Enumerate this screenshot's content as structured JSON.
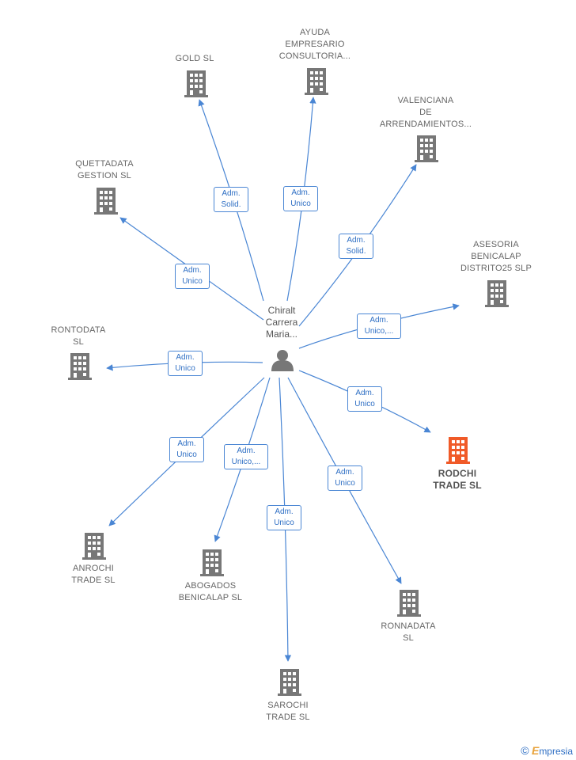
{
  "colors": {
    "edge": "#4a86d4",
    "building": "#777777",
    "highlight": "#f05a28"
  },
  "center": {
    "label": "Chiralt\nCarrera\nMaria...",
    "icon": "person-icon"
  },
  "nodes": [
    {
      "id": "gold",
      "label": "GOLD  SL",
      "icon": "building-icon"
    },
    {
      "id": "ayuda",
      "label": "AYUDA\nEMPRESARIO\nCONSULTORIA...",
      "icon": "building-icon"
    },
    {
      "id": "valenciana",
      "label": "VALENCIANA\nDE\nARRENDAMIENTOS...",
      "icon": "building-icon"
    },
    {
      "id": "quettadata",
      "label": "QUETTADATA\nGESTION  SL",
      "icon": "building-icon"
    },
    {
      "id": "asesoria",
      "label": "ASESORIA\nBENICALAP\nDISTRITO25  SLP",
      "icon": "building-icon"
    },
    {
      "id": "rontodata",
      "label": "RONTODATA\nSL",
      "icon": "building-icon"
    },
    {
      "id": "rodchi",
      "label": "RODCHI\nTRADE  SL",
      "icon": "building-icon",
      "highlight": true
    },
    {
      "id": "anrochi",
      "label": "ANROCHI\nTRADE  SL",
      "icon": "building-icon"
    },
    {
      "id": "abogados",
      "label": "ABOGADOS\nBENICALAP  SL",
      "icon": "building-icon"
    },
    {
      "id": "ronnadata",
      "label": "RONNADATA\nSL",
      "icon": "building-icon"
    },
    {
      "id": "sarochi",
      "label": "SAROCHI\nTRADE  SL",
      "icon": "building-icon"
    }
  ],
  "edges": [
    {
      "to": "gold",
      "label": "Adm.\nSolid."
    },
    {
      "to": "ayuda",
      "label": "Adm.\nUnico"
    },
    {
      "to": "valenciana",
      "label": "Adm.\nSolid."
    },
    {
      "to": "quettadata",
      "label": "Adm.\nUnico"
    },
    {
      "to": "asesoria",
      "label": "Adm.\nUnico,..."
    },
    {
      "to": "rontodata",
      "label": "Adm.\nUnico"
    },
    {
      "to": "rodchi",
      "label": "Adm.\nUnico"
    },
    {
      "to": "anrochi",
      "label": "Adm.\nUnico"
    },
    {
      "to": "abogados",
      "label": "Adm.\nUnico,..."
    },
    {
      "to": "ronnadata",
      "label": "Adm.\nUnico"
    },
    {
      "to": "sarochi",
      "label": "Adm.\nUnico"
    }
  ],
  "watermark": {
    "symbol": "©",
    "initial": "E",
    "text": "mpresia"
  }
}
